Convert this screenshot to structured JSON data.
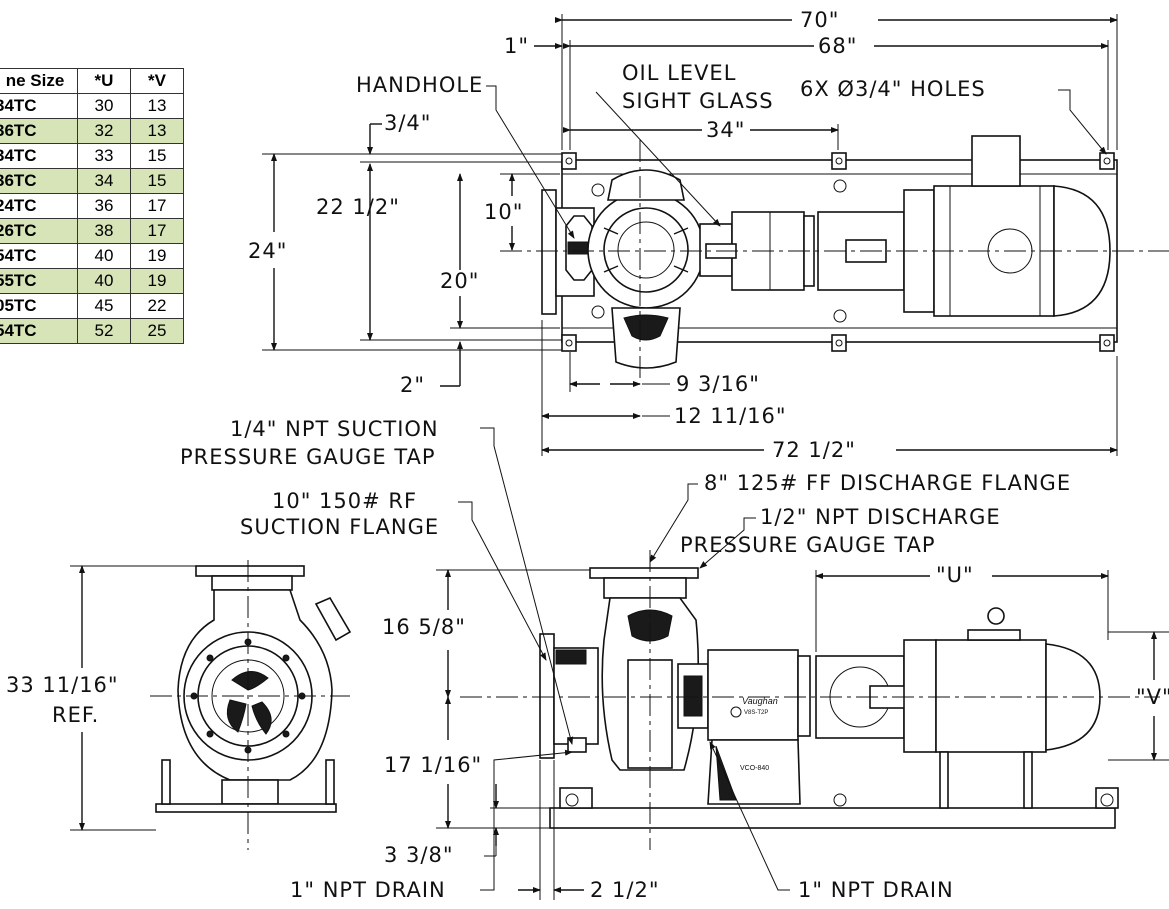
{
  "table": {
    "headers": [
      "ne Size",
      "*U",
      "*V"
    ],
    "rows": [
      [
        "34TC",
        "30",
        "13"
      ],
      [
        "36TC",
        "32",
        "13"
      ],
      [
        "34TC",
        "33",
        "15"
      ],
      [
        "36TC",
        "34",
        "15"
      ],
      [
        "24TC",
        "36",
        "17"
      ],
      [
        "26TC",
        "38",
        "17"
      ],
      [
        "54TC",
        "40",
        "19"
      ],
      [
        "55TC",
        "40",
        "19"
      ],
      [
        "05TC",
        "45",
        "22"
      ],
      [
        "54TC",
        "52",
        "25"
      ]
    ]
  },
  "dimensions": {
    "d70": "70\"",
    "d68": "68\"",
    "d1": "1\"",
    "d34": "34\"",
    "d3_4": "3/4\"",
    "d22_1_2": "22 1/2\"",
    "d10": "10\"",
    "d24": "24\"",
    "d20": "20\"",
    "d2": "2\"",
    "d9_3_16": "9 3/16\"",
    "d12_11_16": "12 11/16\"",
    "d72_1_2": "72 1/2\"",
    "dU": "\"U\"",
    "dV": "\"V\"",
    "d16_5_8": "16 5/8\"",
    "d17_1_16": "17 1/16\"",
    "d3_3_8": "3 3/8\"",
    "d2_1_2": "2 1/2\"",
    "d33_11_16": "33 11/16\"",
    "ref": "REF."
  },
  "callouts": {
    "handhole": "HANDHOLE",
    "oil_level_1": "OIL LEVEL",
    "oil_level_2": "SIGHT GLASS",
    "holes": "6X Ø3/4\" HOLES",
    "suction_tap_1": "1/4\" NPT SUCTION",
    "suction_tap_2": "PRESSURE GAUGE TAP",
    "suction_flange_1": "10\" 150# RF",
    "suction_flange_2": "SUCTION FLANGE",
    "discharge_flange": "8\" 125# FF DISCHARGE FLANGE",
    "discharge_tap_1": "1/2\" NPT DISCHARGE",
    "discharge_tap_2": "PRESSURE GAUGE TAP",
    "drain_left": "1\" NPT DRAIN",
    "drain_right": "1\" NPT DRAIN"
  },
  "nameplate": {
    "brand": "Vaughan",
    "model": "V8S-T2P",
    "pedestal": "VCO-840"
  }
}
